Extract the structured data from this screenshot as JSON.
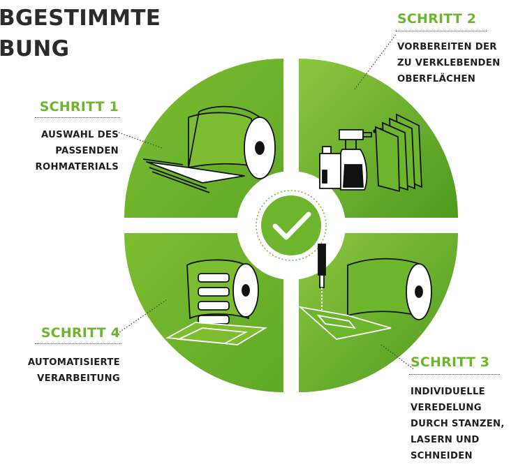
{
  "title": {
    "line1": "BGESTIMMTE",
    "line2": "BUNG"
  },
  "steps": [
    {
      "label": "SCHRITT 1",
      "lines": [
        "AUSWAHL DES",
        "PASSENDEN",
        "ROHMATERIALS"
      ]
    },
    {
      "label": "SCHRITT 2",
      "lines": [
        "VORBEREITEN DER",
        "ZU VERKLEBENDEN",
        "OBERFLÄCHEN"
      ]
    },
    {
      "label": "SCHRITT 3",
      "lines": [
        "INDIVIDUELLE",
        "VEREDELUNG",
        "DURCH STANZEN,",
        "LASERN UND",
        "SCHNEIDEN"
      ]
    },
    {
      "label": "SCHRITT 4",
      "lines": [
        "AUTOMATISIERTE",
        "VERARBEITUNG"
      ]
    }
  ],
  "colors": {
    "accent": "#6cb52d",
    "accent_dark": "#4e9a1f",
    "accent_light": "#8cc63f",
    "text": "#1e1e1e"
  },
  "icons": [
    "material-roll-icon",
    "spray-bottle-icon",
    "cleaner-bottle-icon",
    "sheets-icon",
    "laser-cutter-icon",
    "label-roll-icon",
    "checkmark-icon"
  ]
}
